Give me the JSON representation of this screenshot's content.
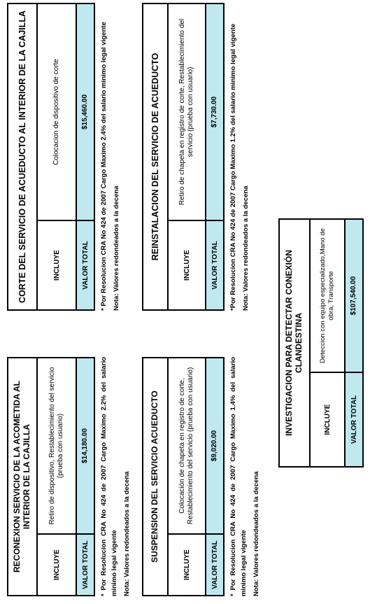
{
  "tables": [
    {
      "title": "RECONEXION SERVICIO DE LA ACOMETIDA AL INTERIOR DE LA CAJILLA",
      "incluye_label": "INCLUYE",
      "incluye_text": "Retiro de dispositivo, Restablecimiento del servicio (prueba con usuario)",
      "total_label": "VALOR TOTAL",
      "total_value": "$14,180.00",
      "note1": "* Por Resolucion CRA No 424 de 2007 Cargo Maximo 2.2% del salario minimo legal vigente",
      "note2": "Nota: Valores redondeados a la decena"
    },
    {
      "title": "CORTE DEL SERVICIO DE ACUEDUCTO AL INTERIOR DE LA CAJILLA",
      "incluye_label": "INCLUYE",
      "incluye_text": "Colocacion de dispositivo de corte",
      "total_label": "VALOR TOTAL",
      "total_value": "$15,460.00",
      "note1": "* Por Resolucion CRA No 424 de 2007 Cargo Maximo 2.4% del salario minimo legal vigente",
      "note2": "Nota: Valores redondeados a la decena"
    },
    {
      "title": "SUSPENSION DEL SERVICIO ACUEDUCTO",
      "incluye_label": "INCLUYE",
      "incluye_text": "Colocación de chapeta en registro de corte, Restablecimiento del servicio (prueba con usuario)",
      "total_label": "VALOR TOTAL",
      "total_value": "$9,020.00",
      "note1": "* Por Resolucion CRA No 424 de 2007 Cargo Maximo 1.4% del salario minimo legal vigente",
      "note2": "Nota: Valores redondeados a la decena"
    },
    {
      "title": "REINSTALACION DEL SERVICIO DE ACUEDUCTO",
      "incluye_label": "INCLUYE",
      "incluye_text": "Retiro de chapeta en registro de corte, Restablecimiento del servicio (prueba con usuario)",
      "total_label": "VALOR TOTAL",
      "total_value": "$7,730.00",
      "note1": "*Por Resolucion CRA No 424 de 2007 Cargo Maximo 1.2% del salario minimo legal vigente",
      "note2": "Nota: Valores redondeados a la decena"
    },
    {
      "title": "INVESTIGACION PARA DETECTAR CONEXIÓN CLANDESTINA",
      "incluye_label": "INCLUYE",
      "incluye_text": "Deteccion con equipo especializado,Mano de obra, Transporte",
      "total_label": "VALOR TOTAL",
      "total_value": "$107,540.00"
    }
  ]
}
